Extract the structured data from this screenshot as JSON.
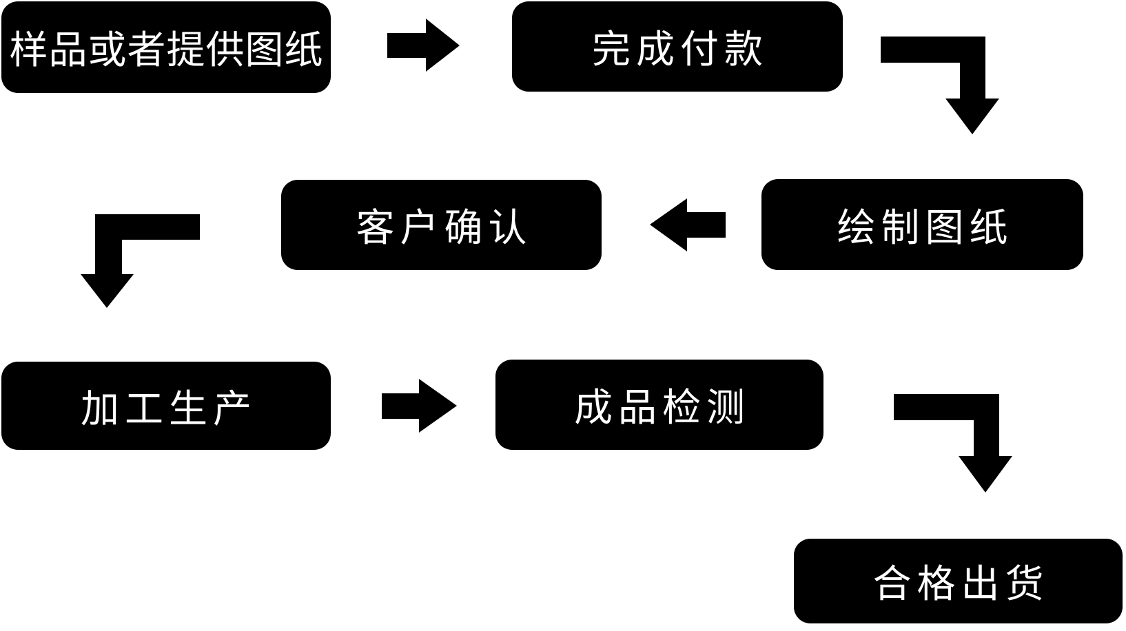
{
  "diagram": {
    "title": "production-process-flowchart",
    "background_color": "#ffffff",
    "node_fill_color": "#000000",
    "node_text_color": "#ffffff",
    "arrow_color": "#000000",
    "nodes": [
      {
        "id": "sample",
        "label": "样品或者提供图纸"
      },
      {
        "id": "payment",
        "label": "完成付款"
      },
      {
        "id": "draw",
        "label": "绘制图纸"
      },
      {
        "id": "confirm",
        "label": "客户确认"
      },
      {
        "id": "production",
        "label": "加工生产"
      },
      {
        "id": "inspection",
        "label": "成品检测"
      },
      {
        "id": "shipment",
        "label": "合格出货"
      }
    ],
    "edges": [
      {
        "from": "样品或者提供图纸",
        "to": "完成付款",
        "style": "straight-right"
      },
      {
        "from": "完成付款",
        "to": "绘制图纸",
        "style": "elbow-down"
      },
      {
        "from": "绘制图纸",
        "to": "客户确认",
        "style": "straight-left"
      },
      {
        "from": "客户确认",
        "to": "加工生产",
        "style": "elbow-down"
      },
      {
        "from": "加工生产",
        "to": "成品检测",
        "style": "straight-right"
      },
      {
        "from": "成品检测",
        "to": "合格出货",
        "style": "elbow-down"
      }
    ]
  }
}
